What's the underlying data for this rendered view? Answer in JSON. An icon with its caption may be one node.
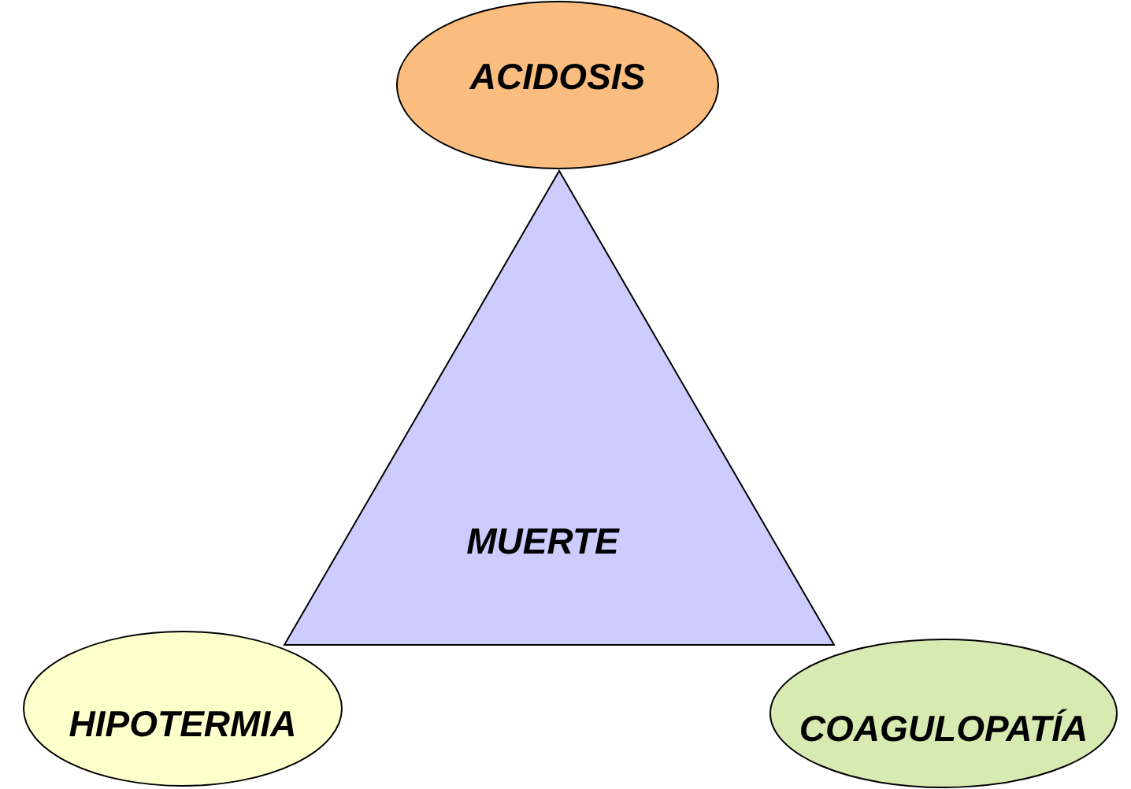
{
  "diagram": {
    "nodes": [
      {
        "text": [
          "ACIDOSIS"
        ]
      },
      {
        "text": [
          "MUERTE"
        ]
      },
      {
        "text": [
          "HIPOTERMIA"
        ]
      },
      {
        "text": [
          "COAGULOPATÍA"
        ]
      }
    ]
  }
}
